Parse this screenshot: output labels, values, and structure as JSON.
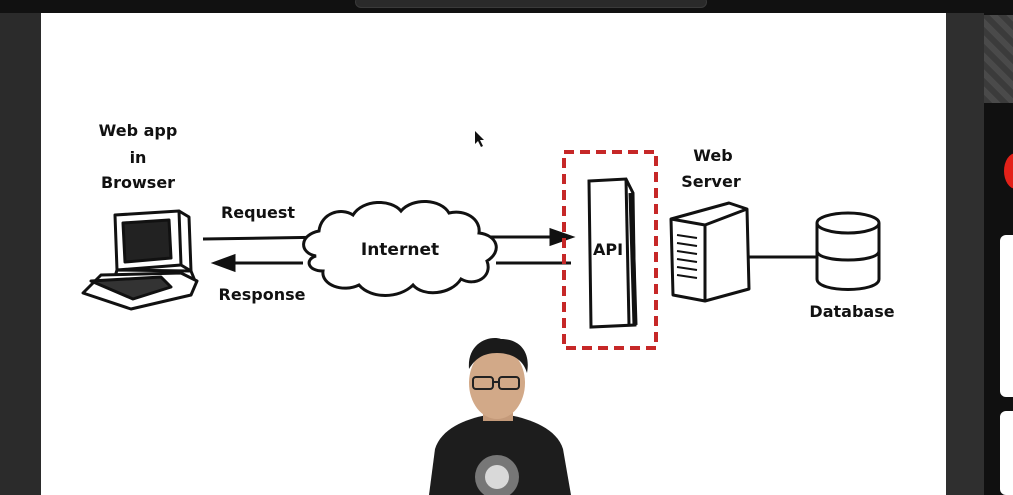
{
  "diagram": {
    "client_label_line1": "Web app",
    "client_label_line2": "in",
    "client_label_line3": "Browser",
    "request_label": "Request",
    "response_label": "Response",
    "internet_label": "Internet",
    "api_label": "API",
    "server_label_line1": "Web",
    "server_label_line2": "Server",
    "database_label": "Database"
  },
  "colors": {
    "api_box": "#c62828",
    "ink": "#111111",
    "shirt": "#1d1d1d"
  }
}
